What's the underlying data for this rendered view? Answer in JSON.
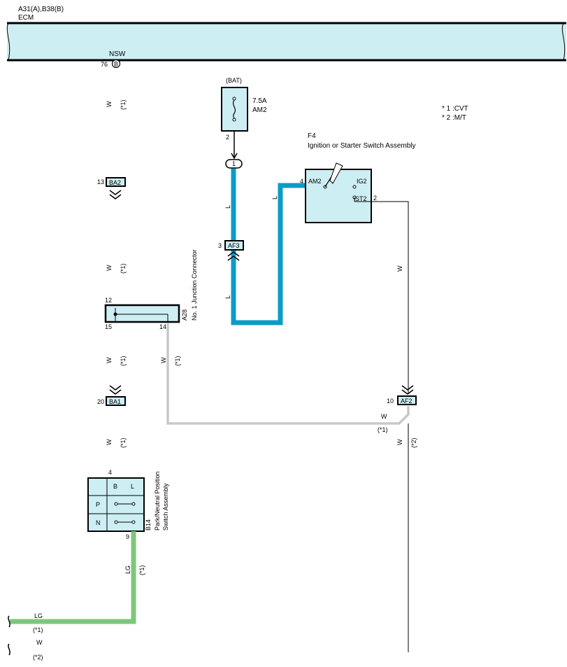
{
  "header": {
    "ecm_code": "A31(A),B38(B)",
    "ecm_name": "ECM"
  },
  "ecm_pin": {
    "name": "NSW",
    "number": "76",
    "connector": "B"
  },
  "notes": [
    "* 1 :CVT",
    "* 2 :M/T"
  ],
  "fuse": {
    "supply": "(BAT)",
    "rating": "7.5A",
    "name": "AM2",
    "pin": "2"
  },
  "splice": {
    "label": "1"
  },
  "ignition_switch": {
    "code": "F4",
    "name": "Ignition or Starter Switch Assembly",
    "terminal_am2": "AM2",
    "terminal_ig2": "IG2",
    "terminal_st2": "ST2",
    "pin_am2": "4",
    "pin_st2": "2"
  },
  "connectors": {
    "ba2": {
      "code": "BA2",
      "pin": "13"
    },
    "af3": {
      "code": "AF3",
      "pin": "3"
    },
    "ba1": {
      "code": "BA1",
      "pin": "20"
    },
    "af2": {
      "code": "AF2",
      "pin": "10"
    }
  },
  "junction": {
    "code": "A28",
    "name": "No. 1 Junction Connector",
    "pin_top": "12",
    "pin_bl": "15",
    "pin_br": "14"
  },
  "pnp_switch": {
    "code": "B14",
    "name_line1": "Park/Neutral Position",
    "name_line2": "Switch Assembly",
    "pin_top": "4",
    "pin_bottom": "9",
    "col_b": "B",
    "col_l": "L",
    "row_p": "P",
    "row_n": "N"
  },
  "wire_labels": {
    "w": "W",
    "l": "L",
    "lg": "LG",
    "note1": "(*1)",
    "note2": "(*2)"
  },
  "colors": {
    "component_fill": "#cdeef3",
    "wire_blue": "#0b9cc6",
    "wire_green": "#7cc87a",
    "wire_white": "#d8d8d8",
    "outline": "#000000"
  }
}
